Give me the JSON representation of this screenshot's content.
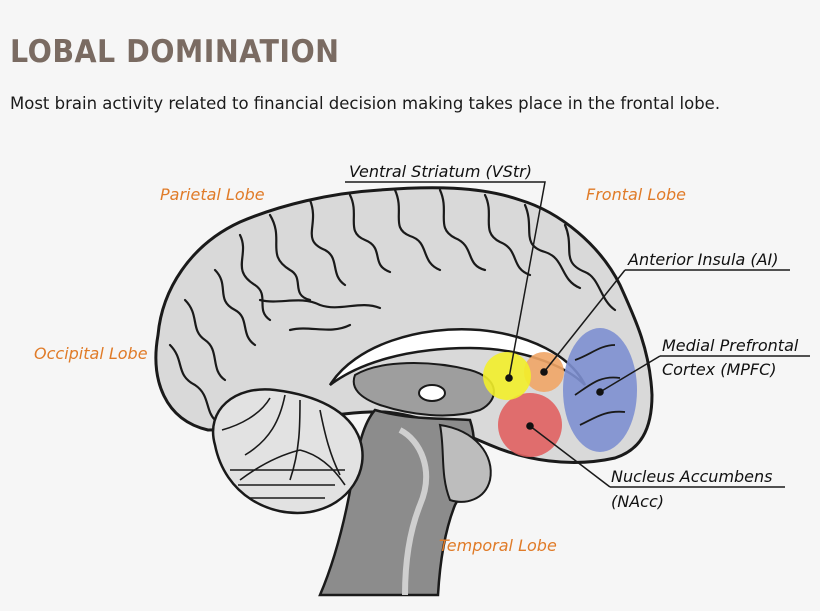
{
  "header": {
    "title": "LOBAL DOMINATION",
    "subtitle": "Most brain activity related to financial decision making takes place in the frontal lobe."
  },
  "lobes": {
    "parietal": "Parietal Lobe",
    "frontal": "Frontal Lobe",
    "occipital": "Occipital Lobe",
    "temporal": "Temporal Lobe"
  },
  "regions": {
    "vstr": "Ventral Striatum (VStr)",
    "ai": "Anterior Insula (AI)",
    "mpfc_line1": "Medial Prefrontal",
    "mpfc_line2": "Cortex (MPFC)",
    "nacc_line1": "Nucleus Accumbens",
    "nacc_line2": "(NAcc)"
  },
  "colors": {
    "title": "#7a6b62",
    "lobe_label": "#e07b28",
    "vstr": "#f2ee2a",
    "ai": "#efa566",
    "mpfc": "#7d8fd0",
    "nacc": "#e06060"
  }
}
